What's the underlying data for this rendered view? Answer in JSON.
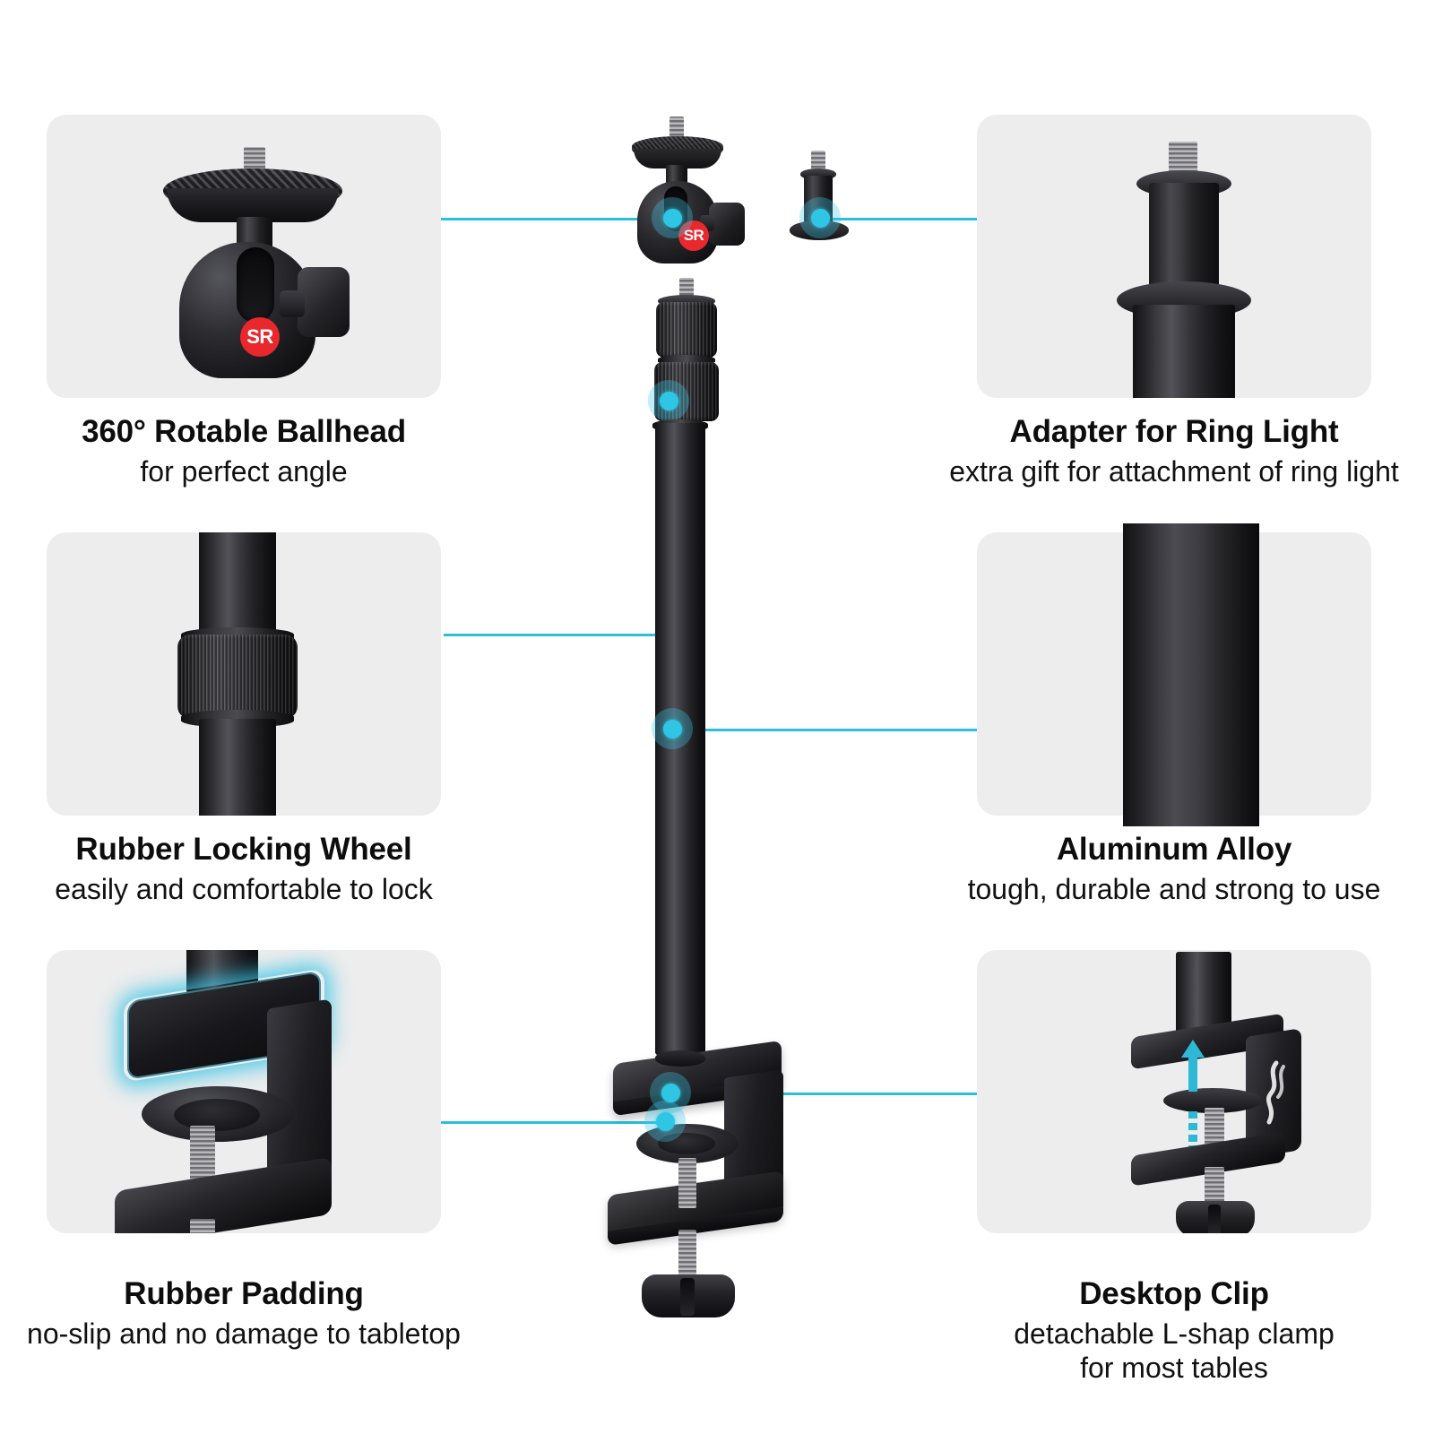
{
  "page": {
    "background_color": "#ffffff",
    "accent_color": "#2bbfdd",
    "card_background": "#ededed",
    "badge_color": "#e8282d"
  },
  "features": [
    {
      "id": "ballhead",
      "title": "360° Rotable Ballhead",
      "subtitle": "for perfect angle",
      "image_alt": "ball head with quick release plate and SR badge",
      "badge_text": "SR"
    },
    {
      "id": "ring-light-adapter",
      "title": "Adapter for Ring Light",
      "subtitle": "extra gift for attachment of ring light",
      "image_alt": "threaded screw adapter on tube top"
    },
    {
      "id": "locking-wheel",
      "title": "Rubber Locking Wheel",
      "subtitle": "easily and comfortable to lock",
      "image_alt": "knurled rubber locking wheel on aluminum tube"
    },
    {
      "id": "aluminum-alloy",
      "title": "Aluminum Alloy",
      "subtitle": "tough, durable and strong to use",
      "image_alt": "close up of black anodized aluminum tube"
    },
    {
      "id": "rubber-padding",
      "title": "Rubber Padding",
      "subtitle": "no-slip and no damage to tabletop",
      "image_alt": "desk clamp with glowing rubber pad highlight"
    },
    {
      "id": "desktop-clip",
      "title": "Desktop Clip",
      "subtitle": "detachable L-shap clamp\nfor most tables",
      "subtitle_line1": "detachable L-shap clamp",
      "subtitle_line2": "for most tables",
      "image_alt": "L shaped desk clamp with adjustment arrows"
    }
  ],
  "center_product": {
    "alt": "exploded view of desk mount stand with ball head, extension tube and clamp",
    "parts": [
      "ball head",
      "ring light adapter screw",
      "locking wheels",
      "aluminum extension pole",
      "desktop clamp",
      "rubber pad",
      "thumb screw"
    ],
    "badge_text": "SR"
  },
  "hotspots": [
    {
      "id": "hotspot-ballhead",
      "links_to": "ballhead"
    },
    {
      "id": "hotspot-adapter",
      "links_to": "ring-light-adapter"
    },
    {
      "id": "hotspot-locking-wheel",
      "links_to": "locking-wheel"
    },
    {
      "id": "hotspot-aluminum",
      "links_to": "aluminum-alloy"
    },
    {
      "id": "hotspot-desktop-clip",
      "links_to": "desktop-clip"
    },
    {
      "id": "hotspot-rubber-pad",
      "links_to": "rubber-padding"
    }
  ]
}
